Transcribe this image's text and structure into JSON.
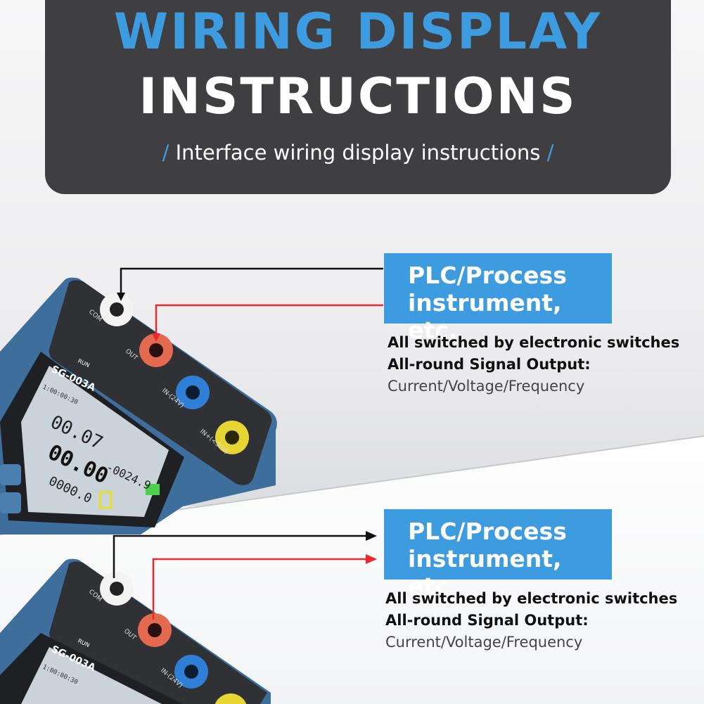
{
  "header": {
    "title_line1": "WIRING DISPLAY",
    "title_line2": "INSTRUCTIONS",
    "subtitle": "Interface wiring display instructions",
    "slash_left": "/",
    "slash_right": "/"
  },
  "panel_top": {
    "target_label_line1": "PLC/Process",
    "target_label_line2": "instrument, etc.",
    "feature1": "All switched by electronic switches",
    "feature2": "All-round Signal Output:",
    "feature3": "Current/Voltage/Frequency"
  },
  "panel_bottom": {
    "target_label_line1": "PLC/Process",
    "target_label_line2": "instrument, etc.",
    "feature1": "All switched by electronic switches",
    "feature2": "All-round Signal Output:",
    "feature3": "Current/Voltage/Frequency"
  },
  "device": {
    "model": "SG-003A",
    "run_label": "RUN",
    "ports": [
      "COM",
      "OUT",
      "IN-(24V)",
      "IN+(<30V)"
    ],
    "screen_readout_1": "00.07",
    "screen_readout_2": "00.00",
    "screen_readout_3": "0000.0",
    "screen_readout_4": "-0024.9",
    "screen_time": "1:00:00:30"
  },
  "colors": {
    "header_bg": "#3f3f41",
    "accent_blue": "#3d9be0",
    "wire_black": "#111111",
    "wire_red": "#e8292e",
    "device_blue": "#3d6e9c",
    "port_red": "#e36a4e",
    "port_blue": "#2f7fd6",
    "port_yellow": "#e6d532"
  }
}
